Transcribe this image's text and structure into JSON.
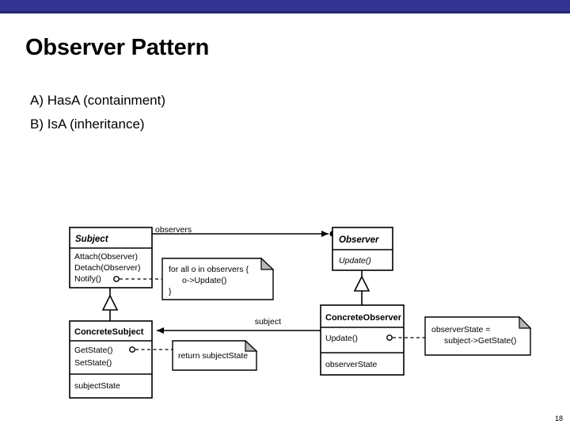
{
  "slide": {
    "title": "Observer Pattern",
    "bullets": [
      "A) HasA (containment)",
      "B) IsA (inheritance)"
    ],
    "page_number": "18",
    "accent_color": "#333391",
    "accent_shadow_color": "#262673"
  },
  "diagram": {
    "type": "uml-class-diagram",
    "name": "Observer pattern UML class diagram",
    "classes": [
      {
        "id": "subject",
        "name": "Subject",
        "name_style": "italic",
        "operations": [
          "Attach(Observer)",
          "Detach(Observer)",
          "Notify()"
        ],
        "attributes": []
      },
      {
        "id": "observer",
        "name": "Observer",
        "name_style": "italic",
        "operations": [
          "Update()"
        ],
        "attributes": []
      },
      {
        "id": "concrete-subject",
        "name": "ConcreteSubject",
        "name_style": "bold",
        "operations": [
          "GetState()",
          "SetState()"
        ],
        "attributes": [
          "subjectState"
        ]
      },
      {
        "id": "concrete-observer",
        "name": "ConcreteObserver",
        "name_style": "bold",
        "operations": [
          "Update()"
        ],
        "attributes": [
          "observerState"
        ]
      }
    ],
    "associations": [
      {
        "id": "observers",
        "label": "observers",
        "from": "subject",
        "to": "observer",
        "multiplicity": "many"
      },
      {
        "id": "subject-ref",
        "label": "subject",
        "from": "concrete-observer",
        "to": "concrete-subject",
        "multiplicity": "one"
      }
    ],
    "generalizations": [
      {
        "from": "concrete-subject",
        "to": "subject"
      },
      {
        "from": "concrete-observer",
        "to": "observer"
      }
    ],
    "notes": [
      {
        "id": "notify-note",
        "anchor": "Notify()",
        "lines": [
          "for all o in observers {",
          "o->Update()",
          "}"
        ]
      },
      {
        "id": "getstate-note",
        "anchor": "GetState()",
        "lines": [
          "return subjectState"
        ]
      },
      {
        "id": "update-note",
        "anchor": "Update()",
        "lines": [
          "observerState =",
          "subject->GetState()"
        ]
      }
    ]
  }
}
